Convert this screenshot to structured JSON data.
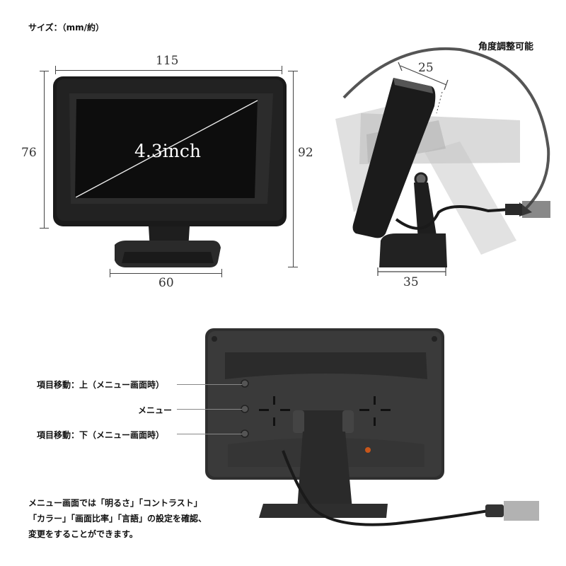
{
  "header": {
    "size_title": "サイズ：（mm/約）",
    "angle_title": "角度調整可能"
  },
  "front_view": {
    "screen_label": "4.3inch",
    "dimensions": {
      "width": "115",
      "height_screen": "76",
      "height_total": "92",
      "base_width": "60"
    }
  },
  "side_view": {
    "dimensions": {
      "depth_top": "25",
      "base_depth": "35"
    }
  },
  "back_view": {
    "buttons": [
      {
        "label": "項目移動：上（メニュー画面時）"
      },
      {
        "label": "メニュー"
      },
      {
        "label": "項目移動：下（メニュー画面時）"
      }
    ]
  },
  "description": {
    "lines": [
      "メニュー画面では「明るさ」「コントラスト」",
      "「カラー」「画面比率」「言語」の設定を確認、",
      "変更をすることができます。"
    ]
  },
  "colors": {
    "bezel": "#1c1c1c",
    "screen": "#0b0b0b",
    "back_body": "#3a3a3a",
    "led": "#c8561a"
  }
}
